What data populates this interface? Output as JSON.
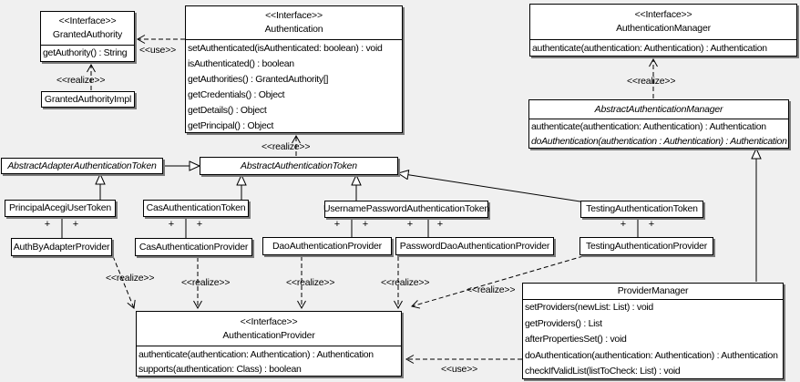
{
  "colors": {
    "background": "#f0f0f0",
    "box_fill": "#ffffff",
    "line": "#000000",
    "shadow": "#7a7a7a"
  },
  "labels": {
    "realize": "<<realize>>",
    "use": "<<use>>",
    "plus": "+"
  },
  "classes": {
    "granted_authority": {
      "stereotype": "<<Interface>>",
      "name": "GrantedAuthority",
      "methods": [
        "getAuthority() : String"
      ]
    },
    "granted_authority_impl": {
      "name": "GrantedAuthorityImpl"
    },
    "authentication": {
      "stereotype": "<<Interface>>",
      "name": "Authentication",
      "methods": [
        "setAuthenticated(isAuthenticated: boolean) : void",
        "isAuthenticated() : boolean",
        "getAuthorities() : GrantedAuthority[]",
        "getCredentials() : Object",
        "getDetails() : Object",
        "getPrincipal() : Object"
      ]
    },
    "authentication_manager": {
      "stereotype": "<<Interface>>",
      "name": "AuthenticationManager",
      "methods": [
        "authenticate(authentication: Authentication) : Authentication"
      ]
    },
    "abstract_authentication_manager": {
      "name": "AbstractAuthenticationManager",
      "abstract": true,
      "methods": [
        "authenticate(authentication: Authentication) : Authentication",
        "doAuthentication(authentication : Authentication) : Authentication"
      ]
    },
    "abstract_adapter_authentication_token": {
      "name": "AbstractAdapterAuthenticationToken",
      "abstract": true
    },
    "abstract_authentication_token": {
      "name": "AbstractAuthenticationToken",
      "abstract": true
    },
    "principal_acegi_user_token": {
      "name": "PrincipalAcegiUserToken"
    },
    "cas_authentication_token": {
      "name": "CasAuthenticationToken"
    },
    "username_password_authentication_token": {
      "name": "UsernamePasswordAuthenticationToken"
    },
    "testing_authentication_token": {
      "name": "TestingAuthenticationToken"
    },
    "auth_by_adapter_provider": {
      "name": "AuthByAdapterProvider"
    },
    "cas_authentication_provider": {
      "name": "CasAuthenticationProvider"
    },
    "dao_authentication_provider": {
      "name": "DaoAuthenticationProvider"
    },
    "password_dao_authentication_provider": {
      "name": "PasswordDaoAuthenticationProvider"
    },
    "testing_authentication_provider": {
      "name": "TestingAuthenticationProvider"
    },
    "authentication_provider": {
      "stereotype": "<<Interface>>",
      "name": "AuthenticationProvider",
      "methods": [
        "authenticate(authentication: Authentication) : Authentication",
        "supports(authentication: Class) : boolean"
      ]
    },
    "provider_manager": {
      "name": "ProviderManager",
      "methods": [
        "setProviders(newList: List) : void",
        "getProviders() : List",
        "afterPropertiesSet() : void",
        "doAuthentication(authentication: Authentication) : Authentication",
        "checkIfValidList(listToCheck: List) : void"
      ]
    }
  },
  "edges": [
    {
      "type": "use",
      "from": "Authentication",
      "to": "GrantedAuthority",
      "label": "<<use>>"
    },
    {
      "type": "realize",
      "from": "GrantedAuthorityImpl",
      "to": "GrantedAuthority",
      "label": "<<realize>>"
    },
    {
      "type": "realize",
      "from": "AbstractAuthenticationToken",
      "to": "Authentication",
      "label": "<<realize>>"
    },
    {
      "type": "realize",
      "from": "AbstractAuthenticationManager",
      "to": "AuthenticationManager",
      "label": "<<realize>>"
    },
    {
      "type": "generalization",
      "from": "AbstractAdapterAuthenticationToken",
      "to": "AbstractAuthenticationToken"
    },
    {
      "type": "generalization",
      "from": "PrincipalAcegiUserToken",
      "to": "AbstractAdapterAuthenticationToken"
    },
    {
      "type": "generalization",
      "from": "CasAuthenticationToken",
      "to": "AbstractAuthenticationToken"
    },
    {
      "type": "generalization",
      "from": "UsernamePasswordAuthenticationToken",
      "to": "AbstractAuthenticationToken"
    },
    {
      "type": "generalization",
      "from": "TestingAuthenticationToken",
      "to": "AbstractAuthenticationToken"
    },
    {
      "type": "generalization",
      "from": "ProviderManager",
      "to": "AbstractAuthenticationManager"
    },
    {
      "type": "association",
      "from": "PrincipalAcegiUserToken",
      "to": "AuthByAdapterProvider",
      "end_adornments": "+ +"
    },
    {
      "type": "association",
      "from": "CasAuthenticationToken",
      "to": "CasAuthenticationProvider",
      "end_adornments": "+ +"
    },
    {
      "type": "association",
      "from": "UsernamePasswordAuthenticationToken",
      "to": "DaoAuthenticationProvider",
      "end_adornments": "+ +"
    },
    {
      "type": "association",
      "from": "UsernamePasswordAuthenticationToken",
      "to": "PasswordDaoAuthenticationProvider",
      "end_adornments": "+ +"
    },
    {
      "type": "association",
      "from": "TestingAuthenticationToken",
      "to": "TestingAuthenticationProvider",
      "end_adornments": "+ +"
    },
    {
      "type": "realize",
      "from": "AuthByAdapterProvider",
      "to": "AuthenticationProvider",
      "label": "<<realize>>"
    },
    {
      "type": "realize",
      "from": "CasAuthenticationProvider",
      "to": "AuthenticationProvider",
      "label": "<<realize>>"
    },
    {
      "type": "realize",
      "from": "DaoAuthenticationProvider",
      "to": "AuthenticationProvider",
      "label": "<<realize>>"
    },
    {
      "type": "realize",
      "from": "PasswordDaoAuthenticationProvider",
      "to": "AuthenticationProvider",
      "label": "<<realize>>"
    },
    {
      "type": "realize",
      "from": "TestingAuthenticationProvider",
      "to": "AuthenticationProvider",
      "label": "<<realize>>"
    },
    {
      "type": "use",
      "from": "ProviderManager",
      "to": "AuthenticationProvider",
      "label": "<<use>>"
    }
  ]
}
